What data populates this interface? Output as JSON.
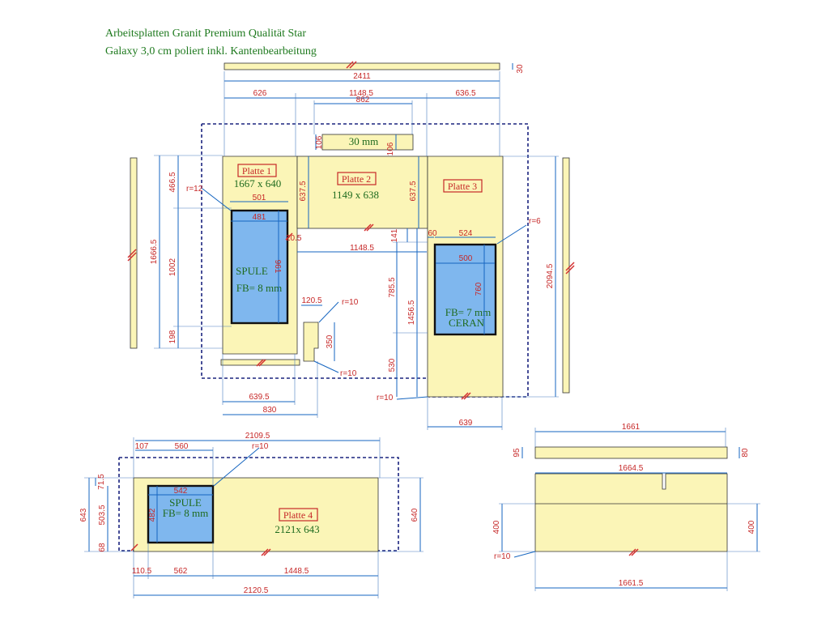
{
  "title": {
    "line1": "Arbeitsplatten Granit Premium Qualität Star",
    "line2": "Galaxy 3,0 cm poliert inkl. Kantenbearbeitung"
  },
  "colors": {
    "slab": "#fbf5b7",
    "sink": "#7fb7ee",
    "dimension": "#1565c0",
    "dimension_text": "#c62828",
    "label_text": "#1f6b1f"
  },
  "plates": {
    "p1": {
      "name": "Platte 1",
      "size": "1667 x 640"
    },
    "p2": {
      "name": "Platte 2",
      "size": "1149 x 638"
    },
    "p3": {
      "name": "Platte 3"
    },
    "p4": {
      "name": "Platte 4",
      "size": "2121x 643"
    }
  },
  "cutouts": {
    "sink1": {
      "name": "SPULE",
      "fb": "FB= 8 mm"
    },
    "ceran": {
      "name": "CERAN",
      "fb": "FB= 7 mm"
    },
    "sink4": {
      "name": "SPULE",
      "fb": "FB= 8 mm"
    }
  },
  "notes": {
    "thickness": "30 mm"
  },
  "dims": {
    "d30a": "30",
    "d2411": "2411",
    "d626": "626",
    "d1148a": "1148.5",
    "d862": "862",
    "d636": "636.5",
    "d106a": "106",
    "d106b": "106",
    "r12": "r=12",
    "d466": "466.5",
    "d637a": "637.5",
    "d637b": "637.5",
    "d501": "501",
    "d481": "481",
    "d961": "961",
    "d20": "20.5",
    "d1666": "1666.5",
    "d1002": "1002",
    "d198": "198",
    "d141": "141",
    "d1148b": "1148.5",
    "d60": "60",
    "d524": "524",
    "d500": "500",
    "d760": "760",
    "r6": "r=6",
    "d2094": "2094.5",
    "d785": "785.5",
    "d1456": "1456.5",
    "d530": "530",
    "d120": "120.5",
    "r10a": "r=10",
    "d350": "350",
    "r10b": "r=10",
    "r10c": "r=10",
    "d639": "639.5",
    "d830": "830",
    "d639b": "639",
    "d2109": "2109.5",
    "d107": "107",
    "d560": "560",
    "r10d": "r=10",
    "d71": "71.5",
    "d643": "643",
    "d503": "503.5",
    "d68": "68",
    "d542": "542",
    "d482": "482",
    "d640": "640",
    "d110": "110.5",
    "d562": "562",
    "d1448": "1448.5",
    "d2120": "2120.5",
    "d1661": "1661",
    "d95": "95",
    "d80": "80",
    "d1664": "1664.5",
    "d400a": "400",
    "d400b": "400",
    "r10e": "r=10",
    "d1661b": "1661.5"
  }
}
